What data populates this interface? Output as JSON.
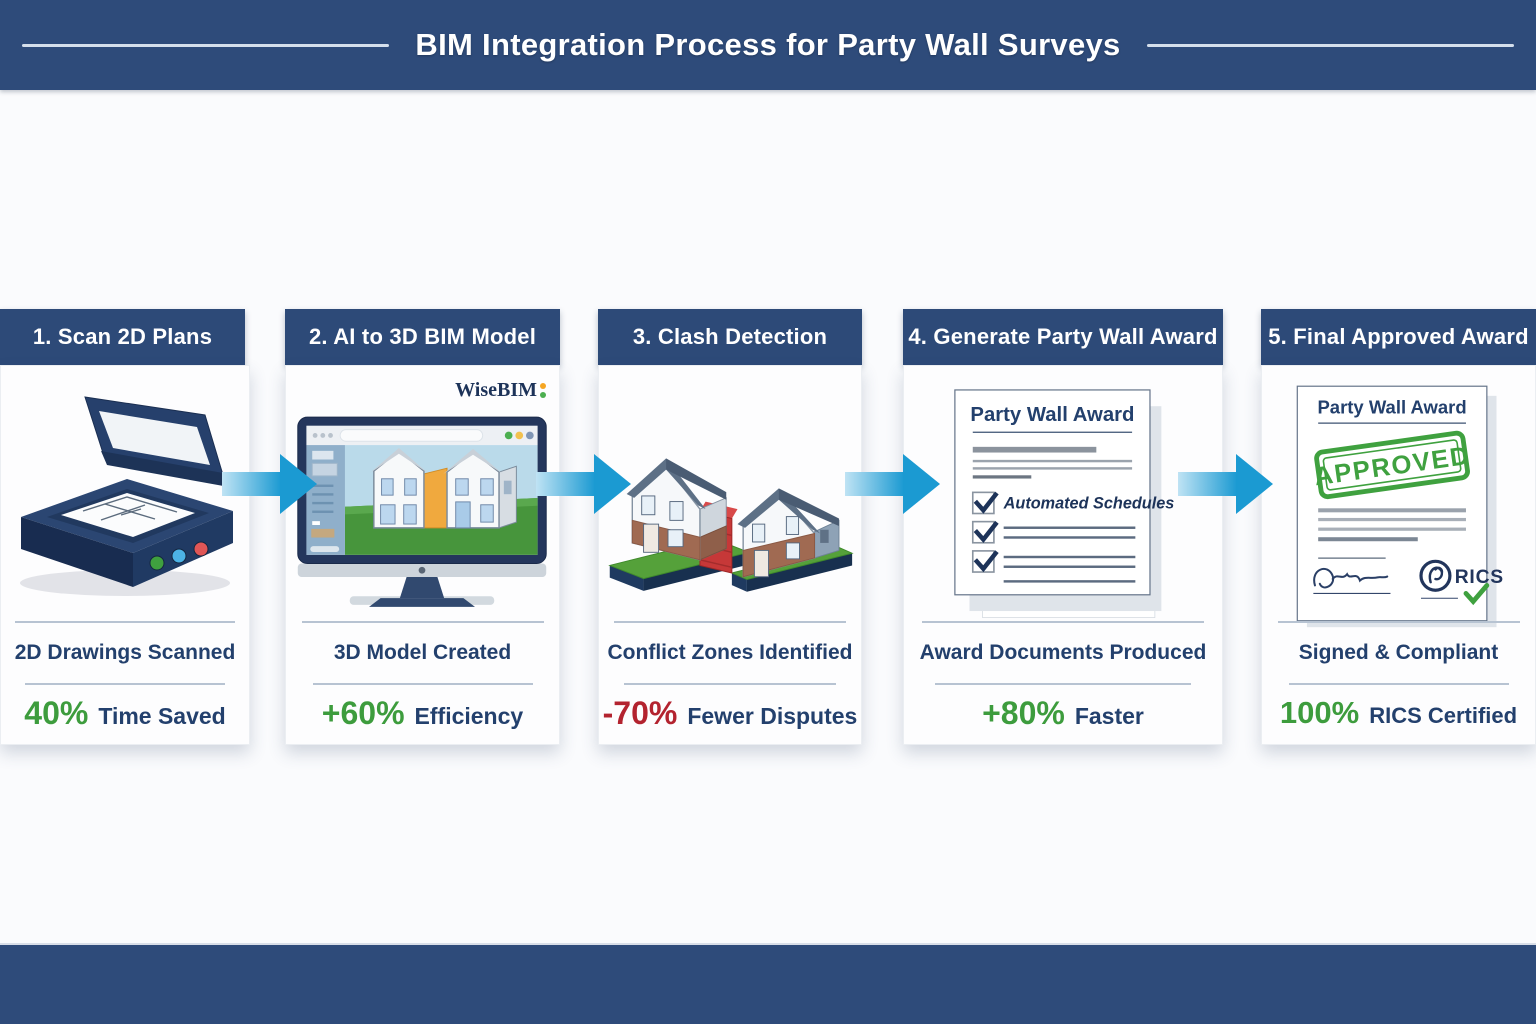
{
  "header": {
    "title": "BIM Integration Process for Party Wall Surveys"
  },
  "colors": {
    "band_blue": "#2e4b7a",
    "step_header_blue": "#2d4a78",
    "navy_text": "#23406d",
    "green": "#3d9c3d",
    "red": "#b3232f",
    "arrow_blue": "#1b9ad2"
  },
  "steps": [
    {
      "title": "1. Scan 2D Plans",
      "caption": "2D Drawings Scanned",
      "metric_value": "40%",
      "metric_label": "Time Saved",
      "metric_color": "#3d9c3d"
    },
    {
      "title": "2. AI to 3D BIM Model",
      "logo": "WiseBIM",
      "caption": "3D Model Created",
      "metric_value": "+60%",
      "metric_label": "Efficiency",
      "metric_color": "#3d9c3d"
    },
    {
      "title": "3. Clash Detection",
      "caption": "Conflict Zones Identified",
      "metric_value": "-70%",
      "metric_label": "Fewer Disputes",
      "metric_color": "#b3232f"
    },
    {
      "title": "4. Generate Party Wall Award",
      "caption": "Award Documents Produced",
      "metric_value": "+80%",
      "metric_label": "Faster",
      "metric_color": "#3d9c3d",
      "document": {
        "title": "Party Wall Award",
        "checklist_item": "Automated Schedules"
      }
    },
    {
      "title": "5. Final Approved Award",
      "caption": "Signed & Compliant",
      "metric_value": "100%",
      "metric_label": "RICS Certified",
      "metric_color": "#3d9c3d",
      "document": {
        "title": "Party Wall Award",
        "stamp": "APPROVED",
        "org": "RICS"
      }
    }
  ]
}
